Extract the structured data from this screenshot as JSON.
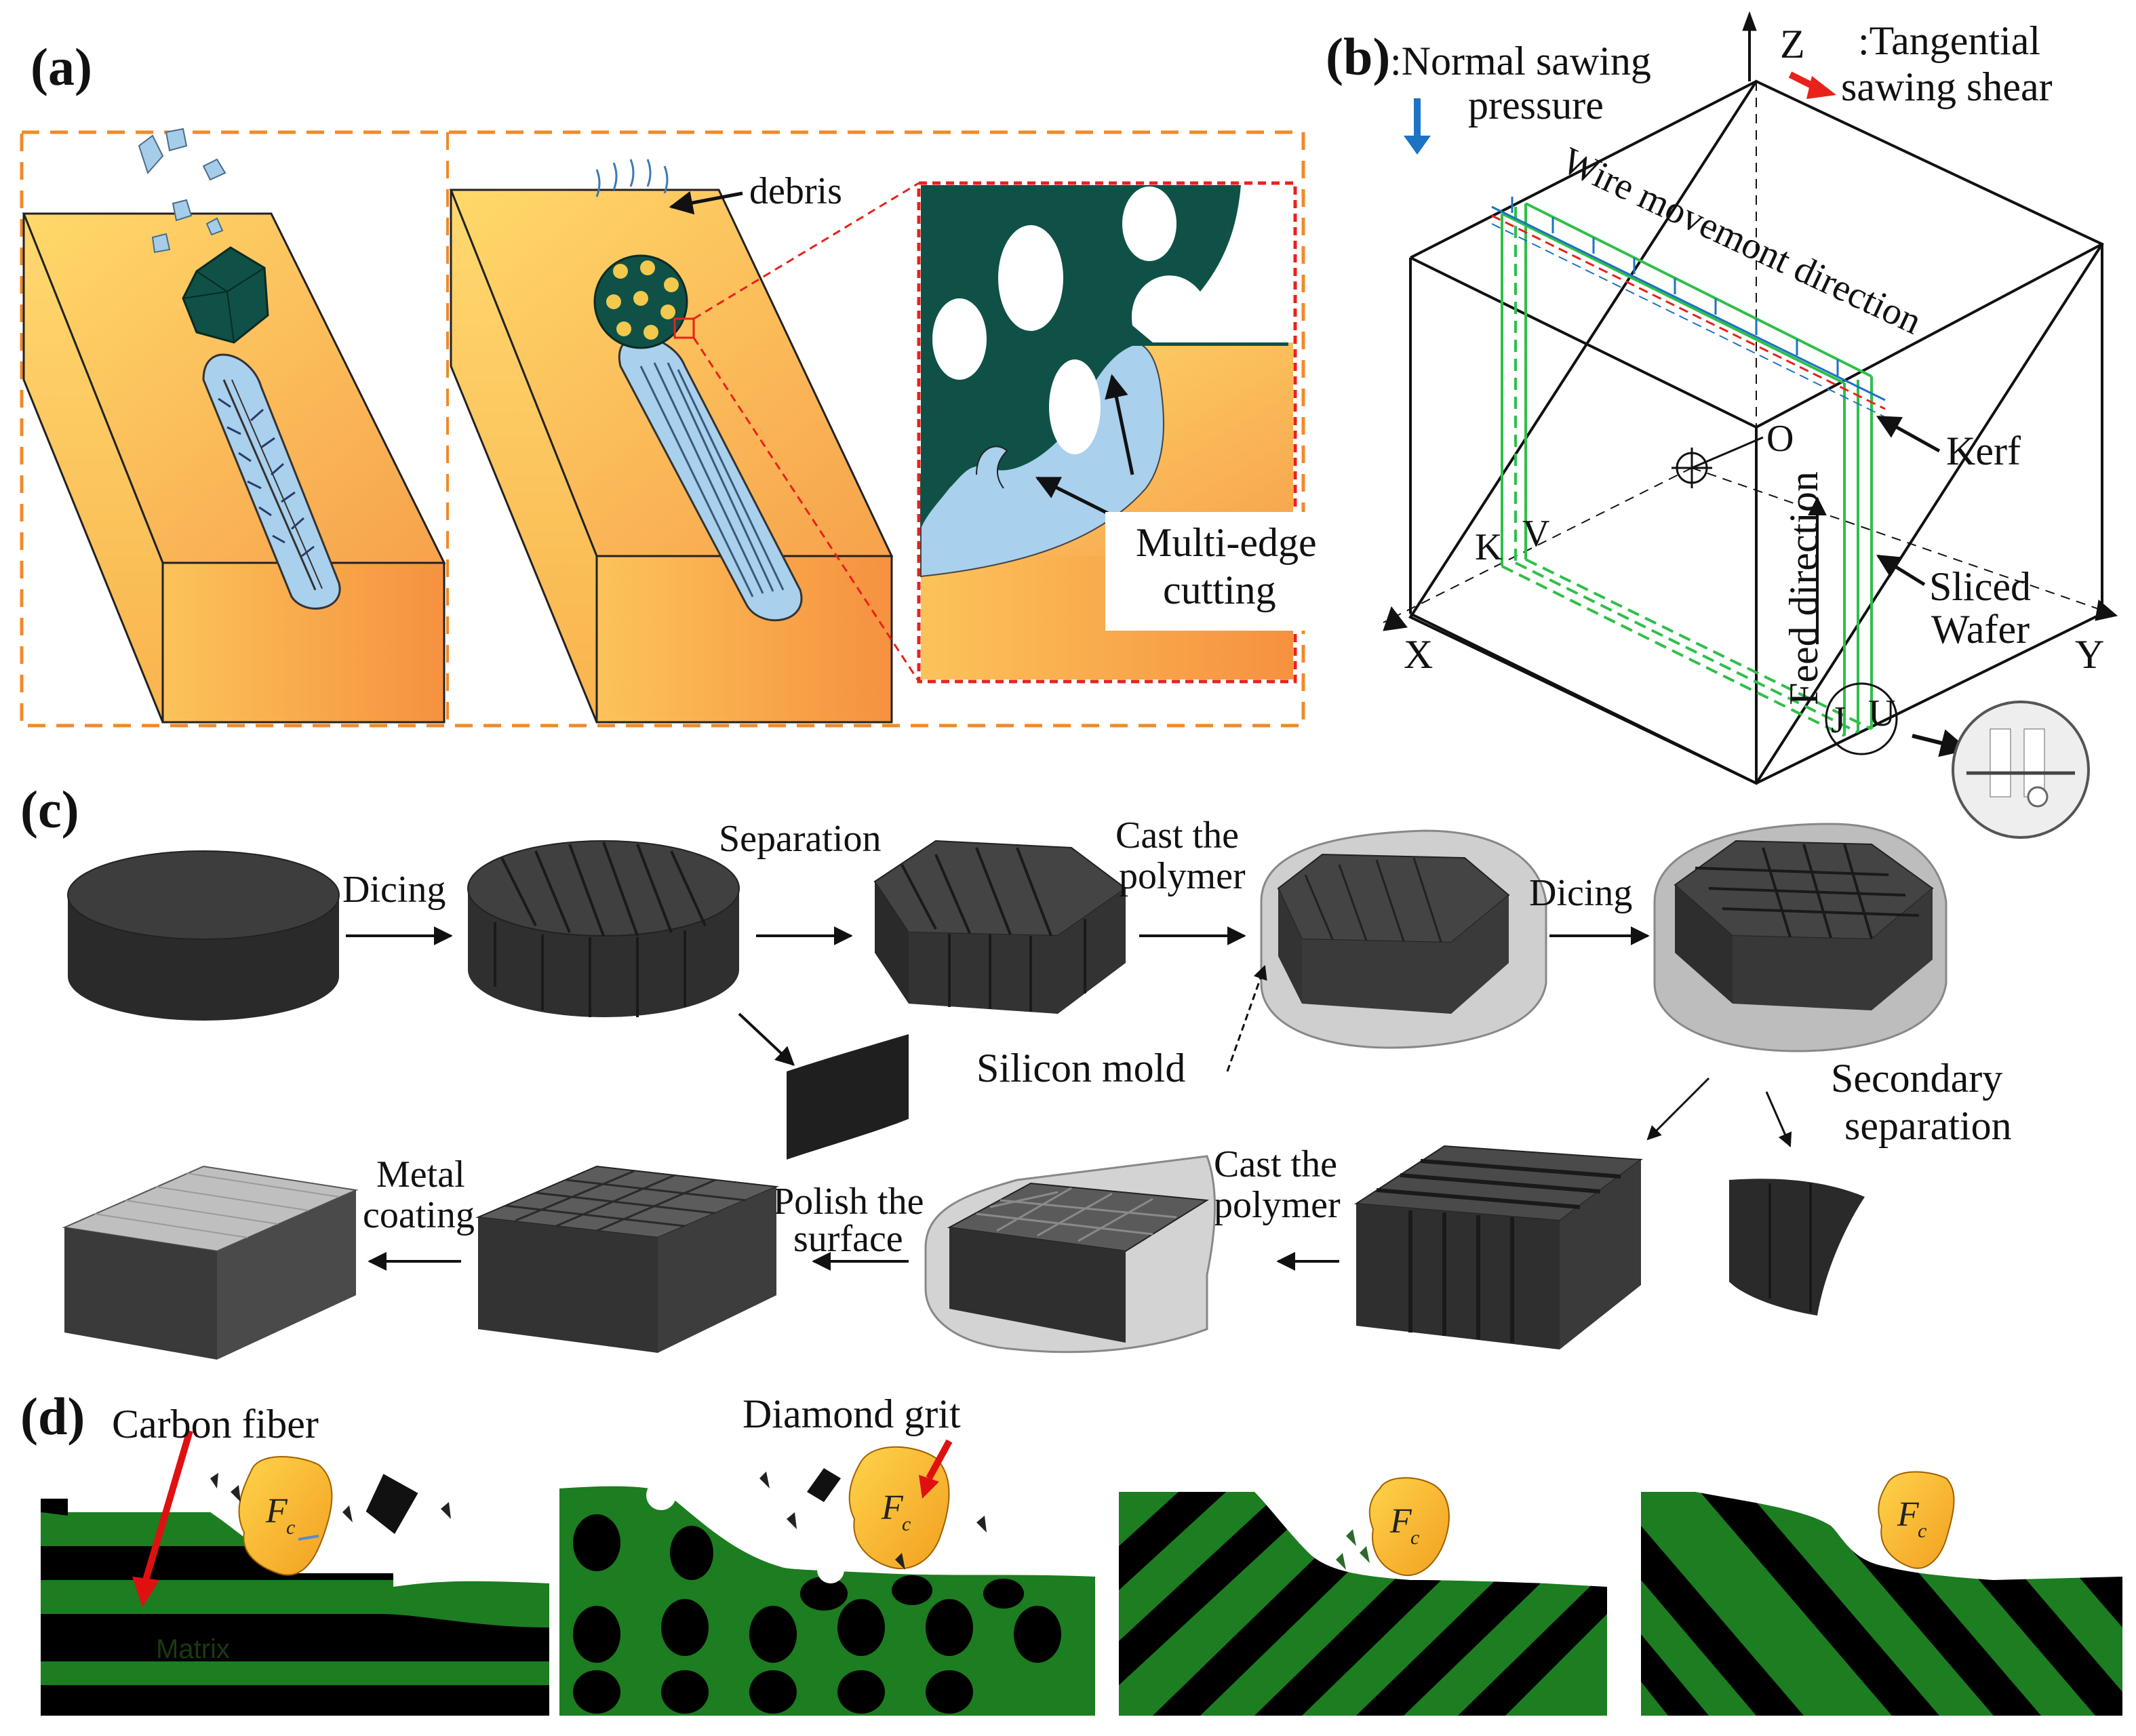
{
  "panels": {
    "a": {
      "label": "(a)",
      "debris_label": "debris",
      "multi_edge_label": [
        "Multi-edge",
        "cutting"
      ]
    },
    "b": {
      "label": "(b)",
      "normal_label": [
        ":Normal sawing",
        "pressure"
      ],
      "tangential_label": [
        ":Tangential",
        "sawing shear"
      ],
      "wire_label": "Wire movemont direction",
      "kerf_label": "Kerf",
      "wafer_label": [
        "Sliced",
        "Wafer"
      ],
      "feed_label": "Feed direction",
      "axes": {
        "x": "X",
        "y": "Y",
        "z": "Z",
        "o": "O"
      },
      "point_labels": {
        "k": "K",
        "v": "V",
        "j": "J",
        "u": "U"
      },
      "colors": {
        "normal_arrow": "#1d72c4",
        "tangential_arrow": "#e8221b"
      }
    },
    "c": {
      "label": "(c)",
      "steps": {
        "dicing_1": "Dicing",
        "separation": "Separation",
        "cast_1": [
          "Cast the",
          "polymer"
        ],
        "dicing_2": "Dicing",
        "silicon_mold": "Silicon mold",
        "secondary": [
          "Secondary",
          "separation"
        ],
        "cast_2": [
          "Cast the",
          "polymer"
        ],
        "polish": [
          "Polish the",
          "surface"
        ],
        "metal": [
          "Metal",
          "coating"
        ]
      }
    },
    "d": {
      "label": "(d)",
      "carbon_fiber": "Carbon fiber",
      "diamond_grit": "Diamond grit",
      "matrix": "Matrix",
      "force_label": "F",
      "force_sub": "c"
    }
  }
}
